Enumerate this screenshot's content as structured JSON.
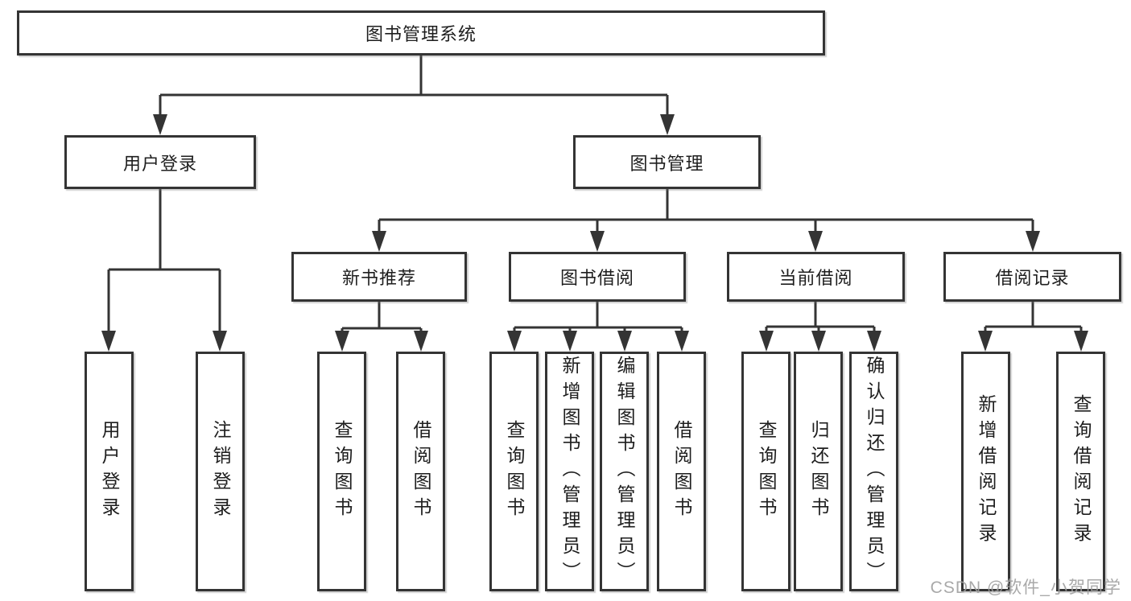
{
  "diagram": {
    "root": {
      "label": "图书管理系统"
    },
    "branches": [
      {
        "id": "user-login",
        "label": "用户登录",
        "children": [
          "用户登录",
          "注销登录"
        ]
      },
      {
        "id": "book-management",
        "label": "图书管理"
      }
    ],
    "book_management_sections": [
      {
        "id": "new-books",
        "label": "新书推荐",
        "children": [
          "查询图书",
          "借阅图书"
        ]
      },
      {
        "id": "book-borrowing",
        "label": "图书借阅",
        "children": [
          "查询图书",
          "新增图书（管理员）",
          "编辑图书（管理员）",
          "借阅图书"
        ]
      },
      {
        "id": "current-borrowing",
        "label": "当前借阅",
        "children": [
          "查询图书",
          "归还图书",
          "确认归还（管理员）"
        ]
      },
      {
        "id": "borrowing-records",
        "label": "借阅记录",
        "children": [
          "新增借阅记录",
          "查询借阅记录"
        ]
      }
    ],
    "watermark": "CSDN @软件_小贺同学",
    "colors": {
      "line": "#343434",
      "box_border": "#343434",
      "box_fill": "#ffffff",
      "text": "#1e1e1e",
      "watermark": "#a0a0a0",
      "background": "#ffffff"
    }
  }
}
